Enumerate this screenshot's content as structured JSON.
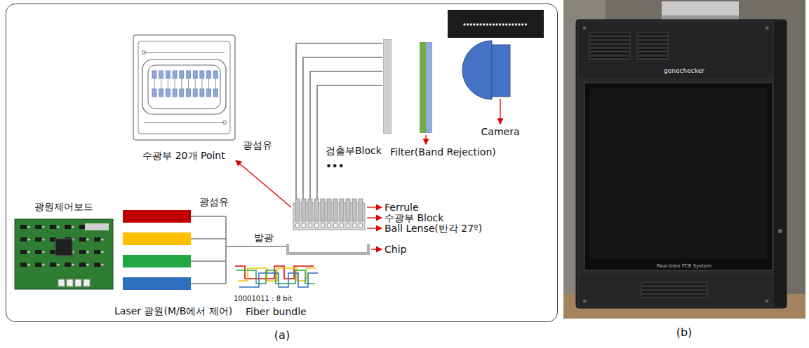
{
  "diagram": {
    "nodes": [
      {
        "text": [
          "(a)"
        ]
      },
      {
        "text": [
          "수광부 20개 Point"
        ],
        "in": 0
      },
      {
        "text": [
          "검출부Block"
        ],
        "in": 0
      },
      {
        "text": [
          "광원제어보드"
        ],
        "in": 0
      },
      {
        "text": [
          "(b)"
        ]
      }
    ],
    "labels": [
      "광섬유",
      "Camera",
      "Filter(Band Rejection)",
      "•••",
      "Ferrule",
      "수광부 Block",
      "Ball Lense(반각 27º)",
      "Chip",
      "광섬유",
      "발광",
      "Laser 광원(M/B에서 제어)",
      "10001011 : 8 bit",
      "Fiber bundle",
      "genechecker",
      "Real-time PCR System"
    ]
  }
}
